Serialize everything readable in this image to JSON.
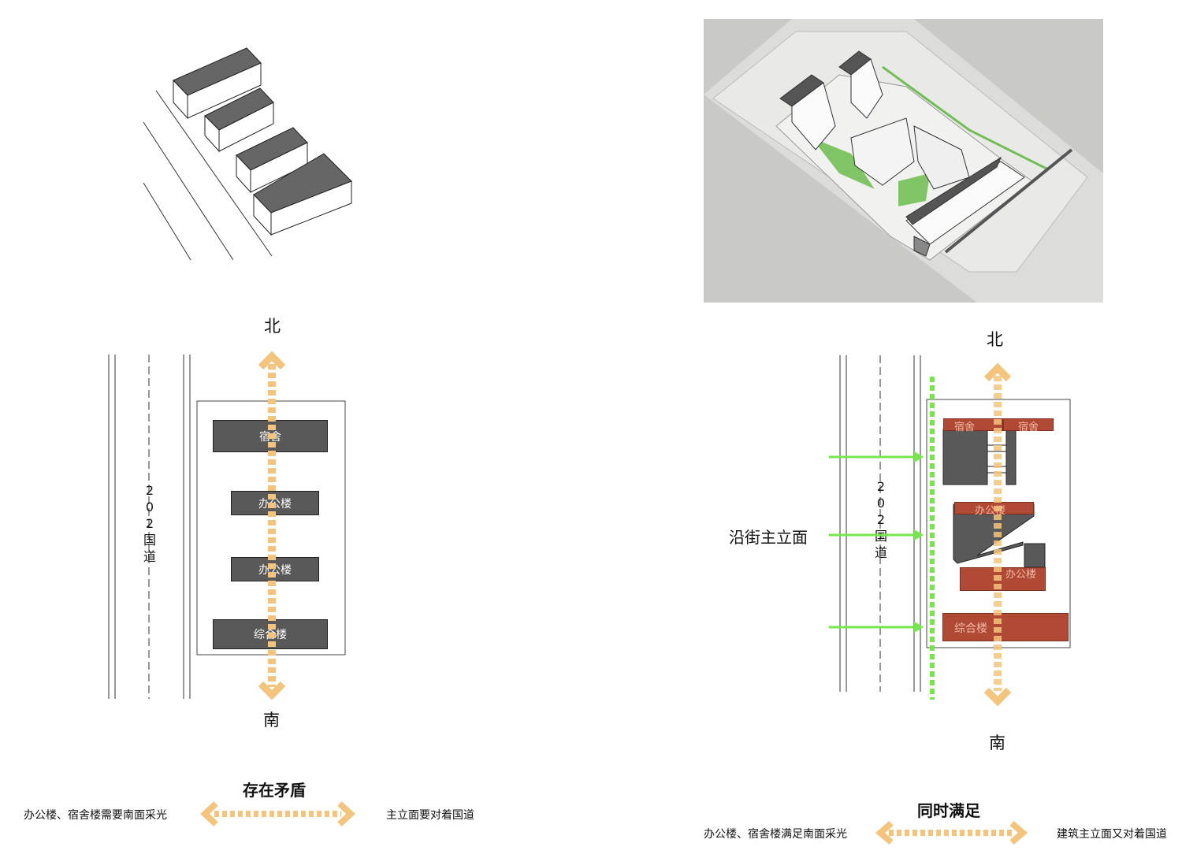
{
  "left": {
    "north": "北",
    "south": "南",
    "road": "202国道",
    "blocks": [
      "宿舍",
      "办公楼",
      "办公楼",
      "综合楼"
    ],
    "conflict": {
      "title": "存在矛盾",
      "left_text": "办公楼、宿舍楼需要南面采光",
      "right_text": "主立面要对着国道"
    }
  },
  "right": {
    "north": "北",
    "south": "南",
    "road": "202国道",
    "facade_label": "沿街主立面",
    "blocks": {
      "dorm_a": "宿舍",
      "dorm_b": "宿舍",
      "office_top": "办公楼",
      "office_bottom": "办公楼",
      "complex": "综合楼"
    },
    "solution": {
      "title": "同时满足",
      "left_text": "办公楼、宿舍楼满足南面采光",
      "right_text": "建筑主立面又对着国道"
    }
  },
  "colors": {
    "orange_arrow": "#f5c47c",
    "green_arrow": "#77e64a",
    "brick": "#b04a35",
    "block_gray": "#595959"
  }
}
